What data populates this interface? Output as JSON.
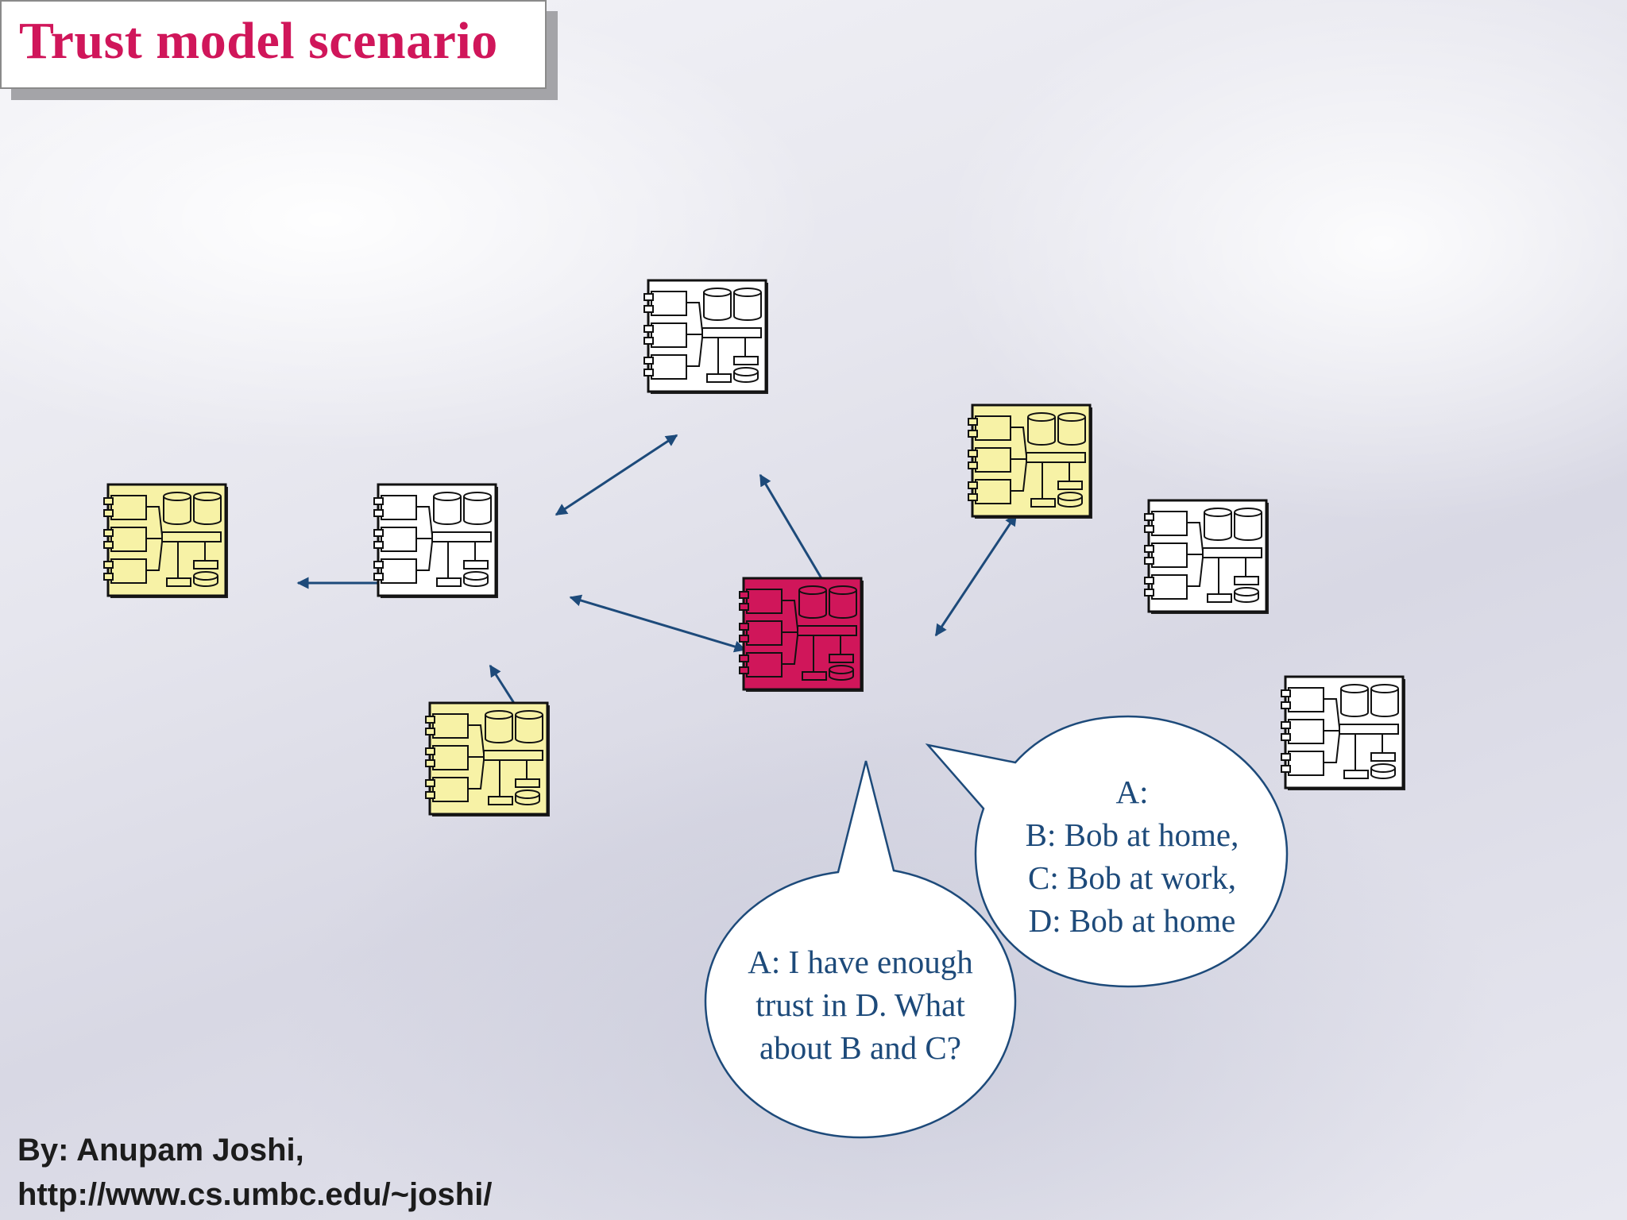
{
  "slide": {
    "title": "Trust model scenario"
  },
  "colors": {
    "title": "#d0165a",
    "node_yellow": "#f7f2a6",
    "node_white": "#ffffff",
    "node_highlight": "#d0165a",
    "arrow": "#1d4a7a",
    "bubble_text": "#1d4a7a"
  },
  "nodes": [
    {
      "id": "left-yellow",
      "fill": "yellow"
    },
    {
      "id": "center-white",
      "fill": "white"
    },
    {
      "id": "top-white",
      "fill": "white"
    },
    {
      "id": "bottom-yellow",
      "fill": "yellow"
    },
    {
      "id": "a-highlighted",
      "fill": "highlight"
    },
    {
      "id": "right-yellow",
      "fill": "yellow"
    },
    {
      "id": "right-white",
      "fill": "white"
    },
    {
      "id": "far-right-white",
      "fill": "white"
    }
  ],
  "edges": [
    {
      "from": "left-yellow",
      "to": "center-white"
    },
    {
      "from": "center-white",
      "to": "top-white"
    },
    {
      "from": "center-white",
      "to": "a-highlighted"
    },
    {
      "from": "center-white",
      "to": "bottom-yellow"
    },
    {
      "from": "top-white",
      "to": "a-highlighted"
    },
    {
      "from": "a-highlighted",
      "to": "right-yellow"
    },
    {
      "from": "right-yellow",
      "to": "right-white"
    },
    {
      "from": "right-white",
      "to": "far-right-white"
    }
  ],
  "bubbles": {
    "opinions": {
      "lines": [
        "A:",
        "B: Bob at home,",
        "C: Bob at work,",
        "D: Bob at home"
      ]
    },
    "thought": {
      "lines": [
        "A: I have enough",
        "trust in D. What",
        "about B and C?"
      ]
    }
  },
  "credit": {
    "author": "By: Anupam Joshi,",
    "url": "http://www.cs.umbc.edu/~joshi/"
  }
}
